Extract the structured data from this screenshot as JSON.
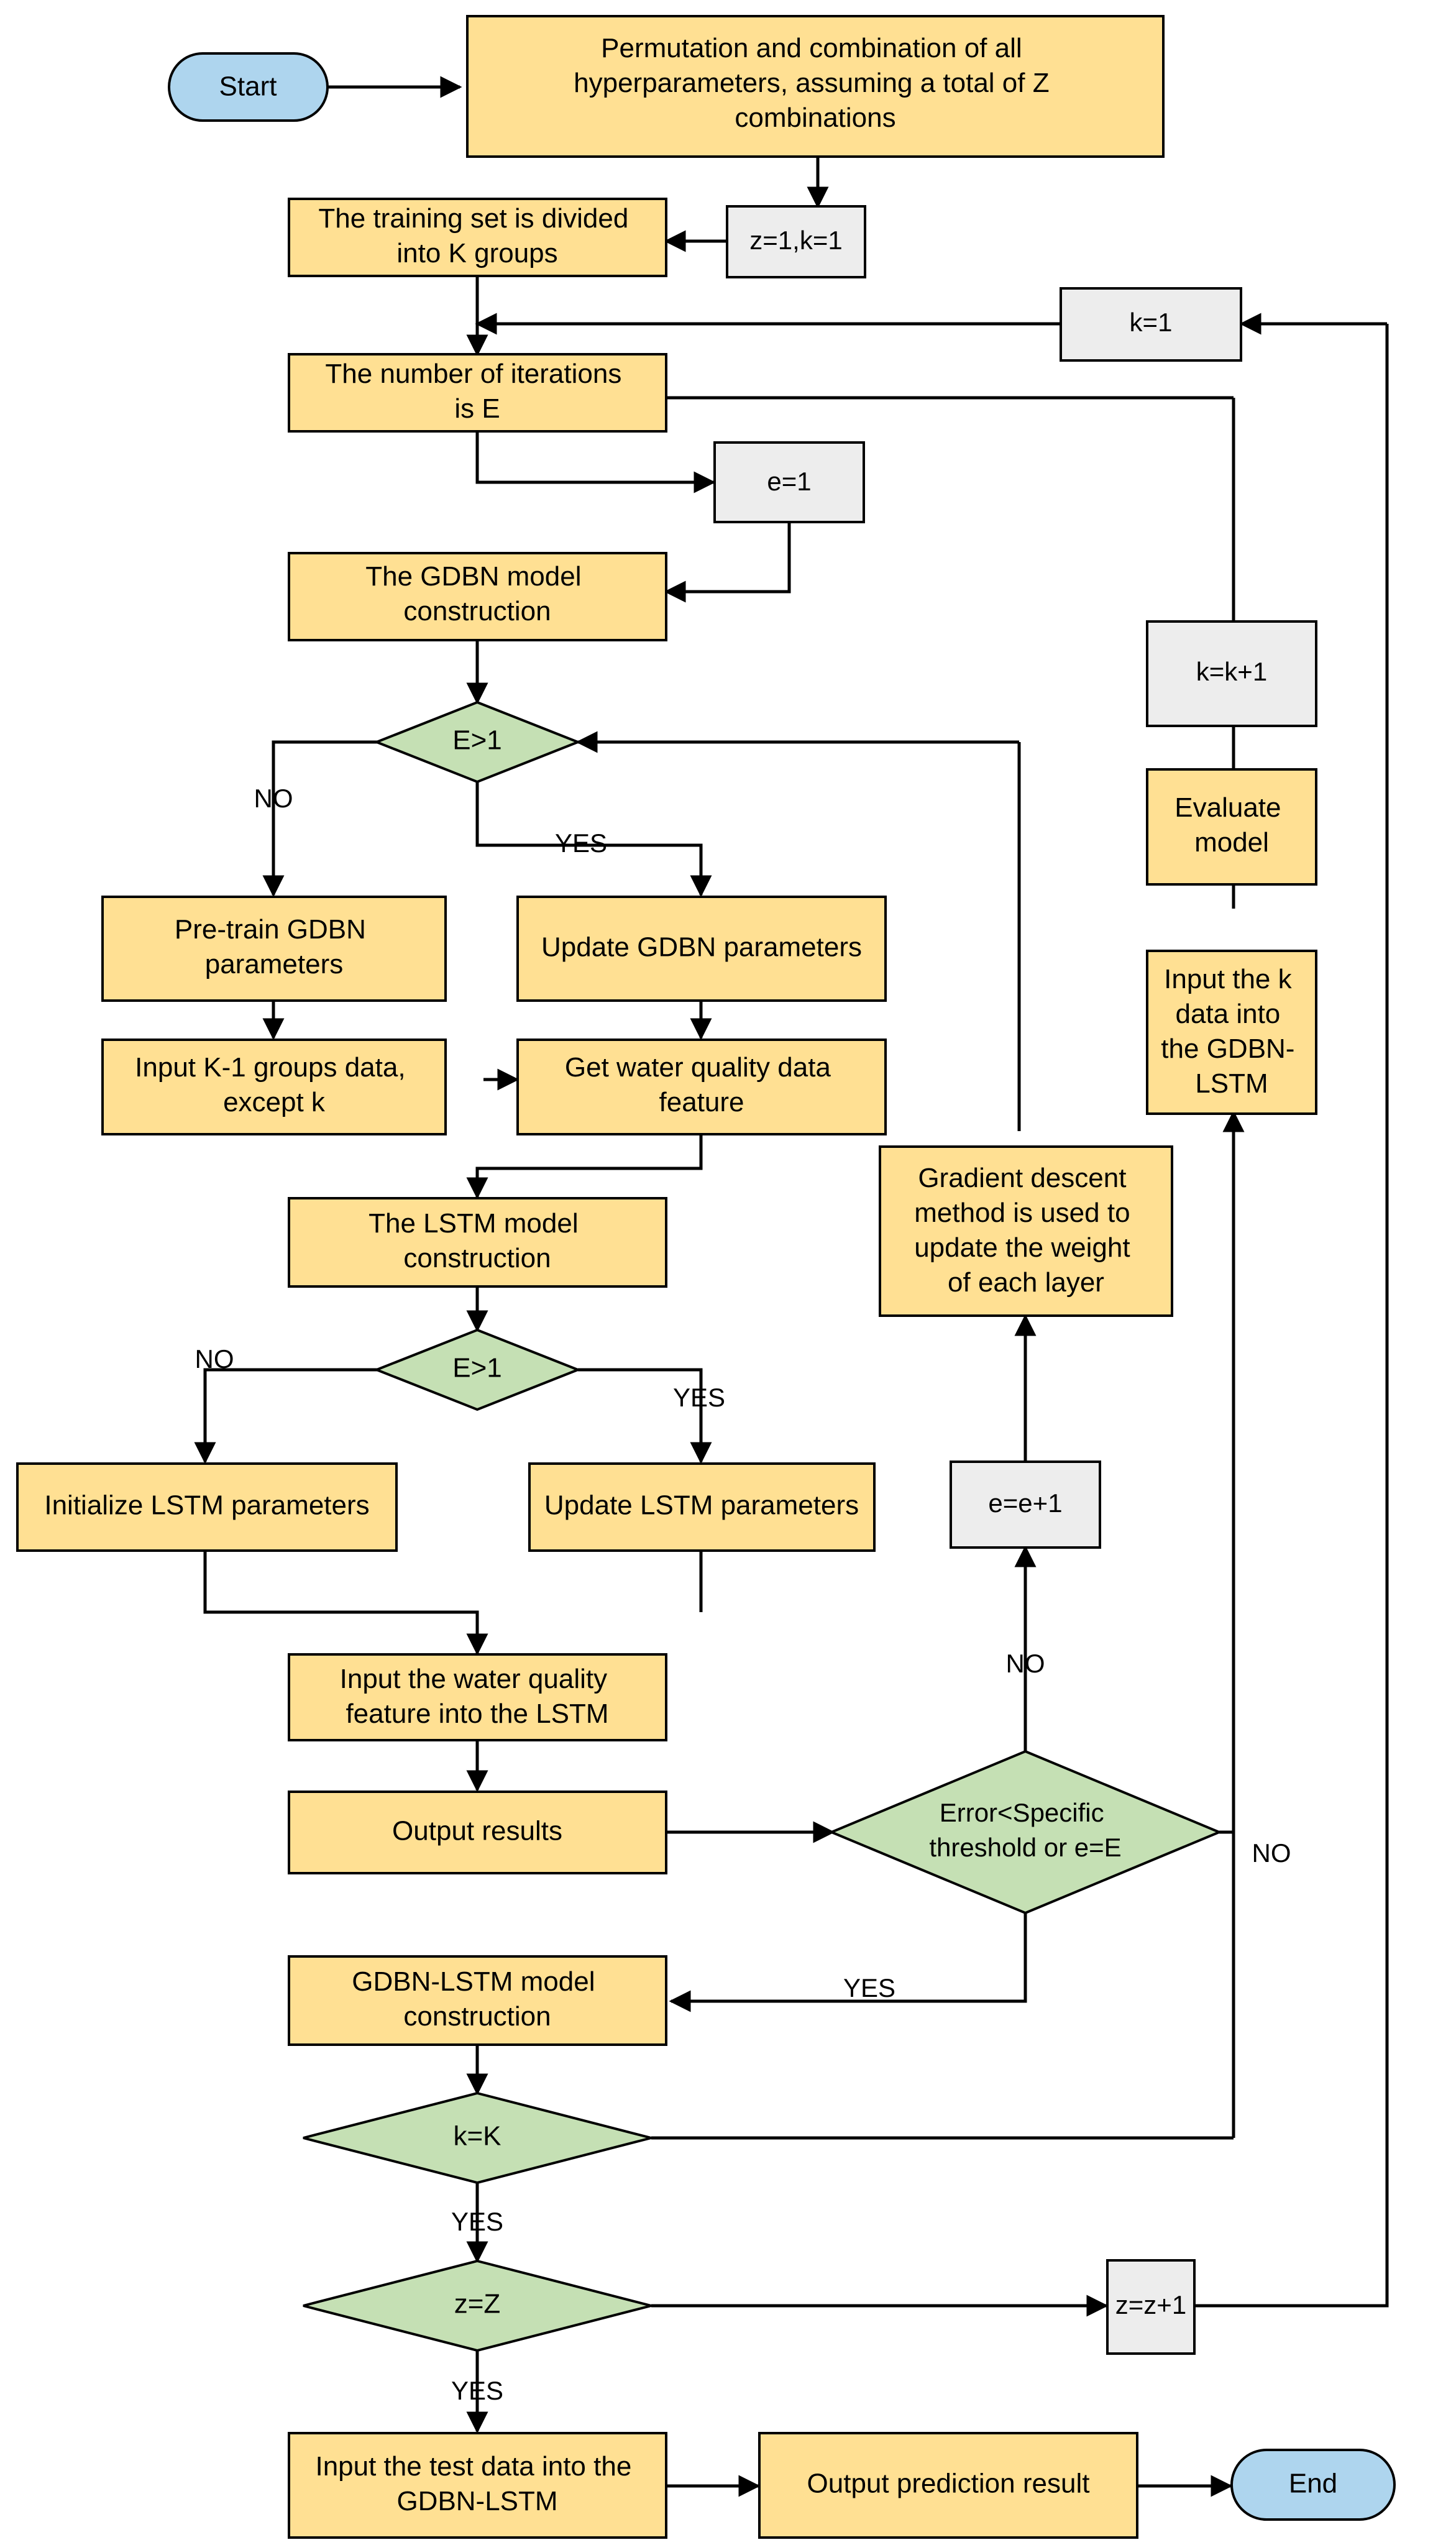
{
  "diagram": {
    "title": "GDBN-LSTM hyperparameter optimization and K-fold training flowchart",
    "colors": {
      "process_fill": "#FFE093",
      "decision_fill": "#C5E0B4",
      "terminal_fill": "#AED5EE",
      "assign_fill": "#EDEDED",
      "stroke": "#000000",
      "background": "#FFFFFF"
    },
    "nodes": {
      "start": {
        "label": "Start",
        "shape": "terminator"
      },
      "permutation": {
        "label": "Permutation and combination of all hyperparameters, assuming a total of Z combinations",
        "shape": "process"
      },
      "z1k1": {
        "label": "z=1,k=1",
        "shape": "assignment"
      },
      "split_k": {
        "label": "The training set is divided into K groups",
        "shape": "process"
      },
      "k1": {
        "label": "k=1",
        "shape": "assignment"
      },
      "iterations_e": {
        "label": "The number of iterations is E",
        "shape": "process"
      },
      "e1": {
        "label": "e=1",
        "shape": "assignment"
      },
      "gdbn_construct": {
        "label": "The GDBN model construction",
        "shape": "process"
      },
      "decision_e_gt_1_gdbn": {
        "label": "E>1",
        "shape": "decision"
      },
      "pretrain_gdbn": {
        "label": "Pre-train GDBN parameters",
        "shape": "process"
      },
      "update_gdbn": {
        "label": "Update GDBN parameters",
        "shape": "process"
      },
      "input_k1_groups": {
        "label": "Input K-1 groups data, except k",
        "shape": "process"
      },
      "get_feature": {
        "label": "Get water quality data feature",
        "shape": "process"
      },
      "lstm_construct": {
        "label": "The LSTM model construction",
        "shape": "process"
      },
      "decision_e_gt_1_lstm": {
        "label": "E>1",
        "shape": "decision"
      },
      "init_lstm": {
        "label": "Initialize LSTM parameters",
        "shape": "process"
      },
      "update_lstm": {
        "label": "Update LSTM parameters",
        "shape": "process"
      },
      "input_feature_lstm": {
        "label": "Input the water quality feature into the LSTM",
        "shape": "process"
      },
      "output_results": {
        "label": "Output results",
        "shape": "process"
      },
      "gdbn_lstm_construct": {
        "label": "GDBN-LSTM model construction",
        "shape": "process"
      },
      "decision_error": {
        "label": "Error<Specific threshold or e=E",
        "shape": "decision"
      },
      "e_plus_1": {
        "label": "e=e+1",
        "shape": "assignment"
      },
      "gradient_descent": {
        "label": "Gradient descent method is used to update the weight of each layer",
        "shape": "process"
      },
      "input_k_data": {
        "label": "Input the k data into the GDBN-LSTM",
        "shape": "process"
      },
      "evaluate_model": {
        "label": "Evaluate model",
        "shape": "process"
      },
      "k_plus_1": {
        "label": "k=k+1",
        "shape": "assignment"
      },
      "decision_k_eq_K": {
        "label": "k=K",
        "shape": "decision"
      },
      "decision_z_eq_Z": {
        "label": "z=Z",
        "shape": "decision"
      },
      "z_plus_1": {
        "label": "z=z+1",
        "shape": "assignment"
      },
      "input_test_data": {
        "label": "Input the test data into the GDBN-LSTM",
        "shape": "process"
      },
      "output_prediction": {
        "label": "Output prediction result",
        "shape": "process"
      },
      "end": {
        "label": "End",
        "shape": "terminator"
      }
    },
    "edge_labels": {
      "gdbn_no": "NO",
      "gdbn_yes": "YES",
      "lstm_no": "NO",
      "lstm_yes": "YES",
      "error_no": "NO",
      "error_yes": "YES",
      "k_no": "NO",
      "k_yes": "YES",
      "z_yes": "YES"
    }
  }
}
